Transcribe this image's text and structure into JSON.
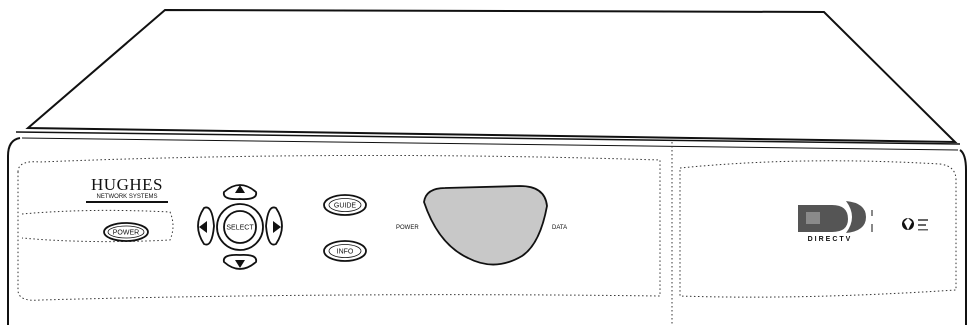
{
  "device": {
    "brand": {
      "name": "HUGHES",
      "subtitle": "NETWORK SYSTEMS"
    },
    "buttons": {
      "power": "POWER",
      "select": "SELECT",
      "guide": "GUIDE",
      "info": "INFO"
    },
    "display_labels": {
      "left": "POWER",
      "right": "DATA"
    },
    "provider": {
      "name": "DIRECTV"
    },
    "icons": {
      "up": "arrow-up-icon",
      "down": "arrow-down-icon",
      "left": "arrow-left-icon",
      "right": "arrow-right-icon"
    },
    "colors": {
      "outline": "#111111",
      "display_window": "#c8c8c8",
      "logo": "#555555"
    }
  }
}
